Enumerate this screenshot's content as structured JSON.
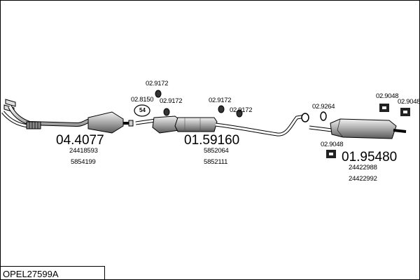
{
  "title": "OPEL27599A",
  "groups": [
    {
      "number": "04.4077",
      "refs": [
        "24418593",
        "5854199"
      ]
    },
    {
      "number": "01.59160",
      "refs": [
        "5852064",
        "5852111"
      ]
    },
    {
      "number": "01.95480",
      "refs": [
        "24422988",
        "24422992"
      ]
    }
  ],
  "parts": {
    "gasket_8150": "02.8150",
    "clamp_a": "02.9172",
    "clamp_b": "02.9172",
    "clamp_c": "02.9172",
    "clamp_d": "02.9172",
    "ring_9264": "02.9264",
    "hanger_a": "02.9048",
    "hanger_b": "02.9048",
    "hanger_c": "02.9048"
  },
  "gasket_badge": "54"
}
